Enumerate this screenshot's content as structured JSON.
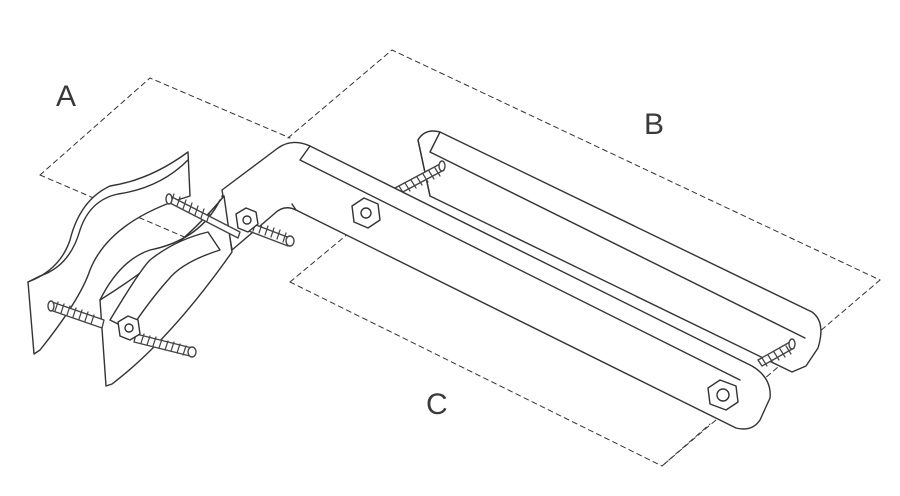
{
  "labels": {
    "a": "A",
    "b": "B",
    "c": "C"
  },
  "colors": {
    "line": "#333333",
    "fill": "#ffffff",
    "thread": "#555555"
  }
}
